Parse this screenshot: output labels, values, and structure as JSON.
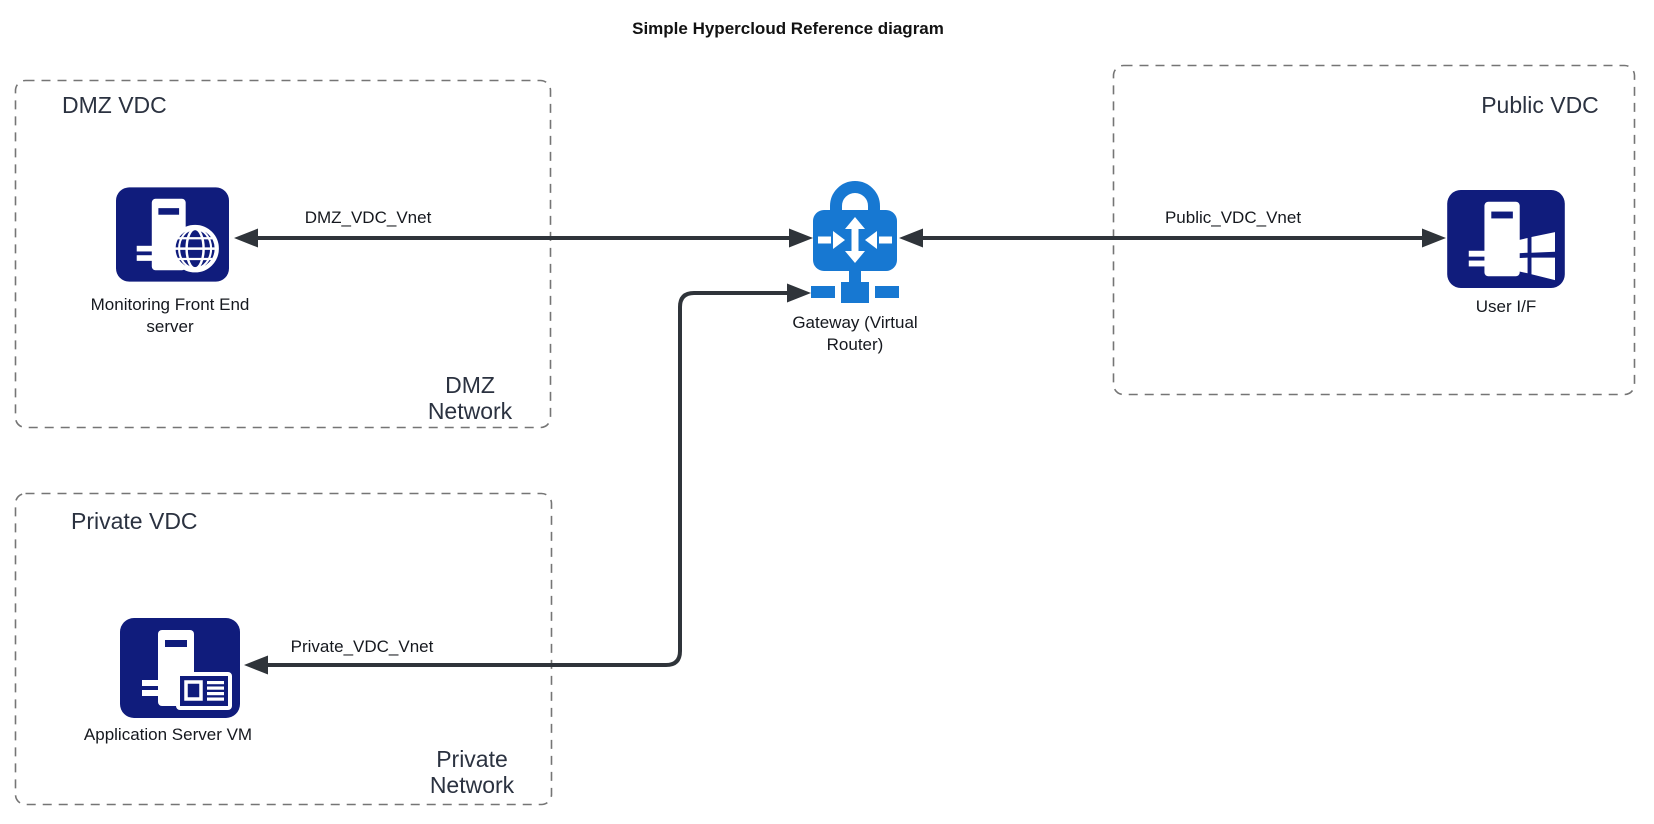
{
  "title": "Simple Hypercloud Reference diagram",
  "colors": {
    "server_icon_navy": "#101c7c",
    "gateway_blue": "#1778d2",
    "connector_dark": "#2f343a",
    "container_border_gray": "#757575",
    "label_text": "#15181e",
    "container_label_text": "#2b3240"
  },
  "containers": {
    "dmz": {
      "label": "DMZ VDC",
      "network_label": "DMZ\nNetwork"
    },
    "private": {
      "label": "Private VDC",
      "network_label": "Private\nNetwork"
    },
    "public": {
      "label": "Public VDC"
    }
  },
  "nodes": {
    "monitoring": {
      "label": "Monitoring Front End\nserver",
      "icon": "server-globe-icon"
    },
    "app_server": {
      "label": "Application Server VM",
      "icon": "server-vm-card-icon"
    },
    "user_if": {
      "label": "User I/F",
      "icon": "server-windows-icon"
    },
    "gateway": {
      "label": "Gateway (Virtual\nRouter)",
      "icon": "lock-router-network-icon"
    }
  },
  "connectors": {
    "dmz_vnet": {
      "label": "DMZ_VDC_Vnet",
      "from": "monitoring",
      "to": "gateway",
      "arrows": "both"
    },
    "public_vnet": {
      "label": "Public_VDC_Vnet",
      "from": "gateway",
      "to": "user_if",
      "arrows": "both"
    },
    "private_vnet": {
      "label": "Private_VDC_Vnet",
      "from": "app_server",
      "to": "gateway",
      "arrows": "both"
    }
  }
}
